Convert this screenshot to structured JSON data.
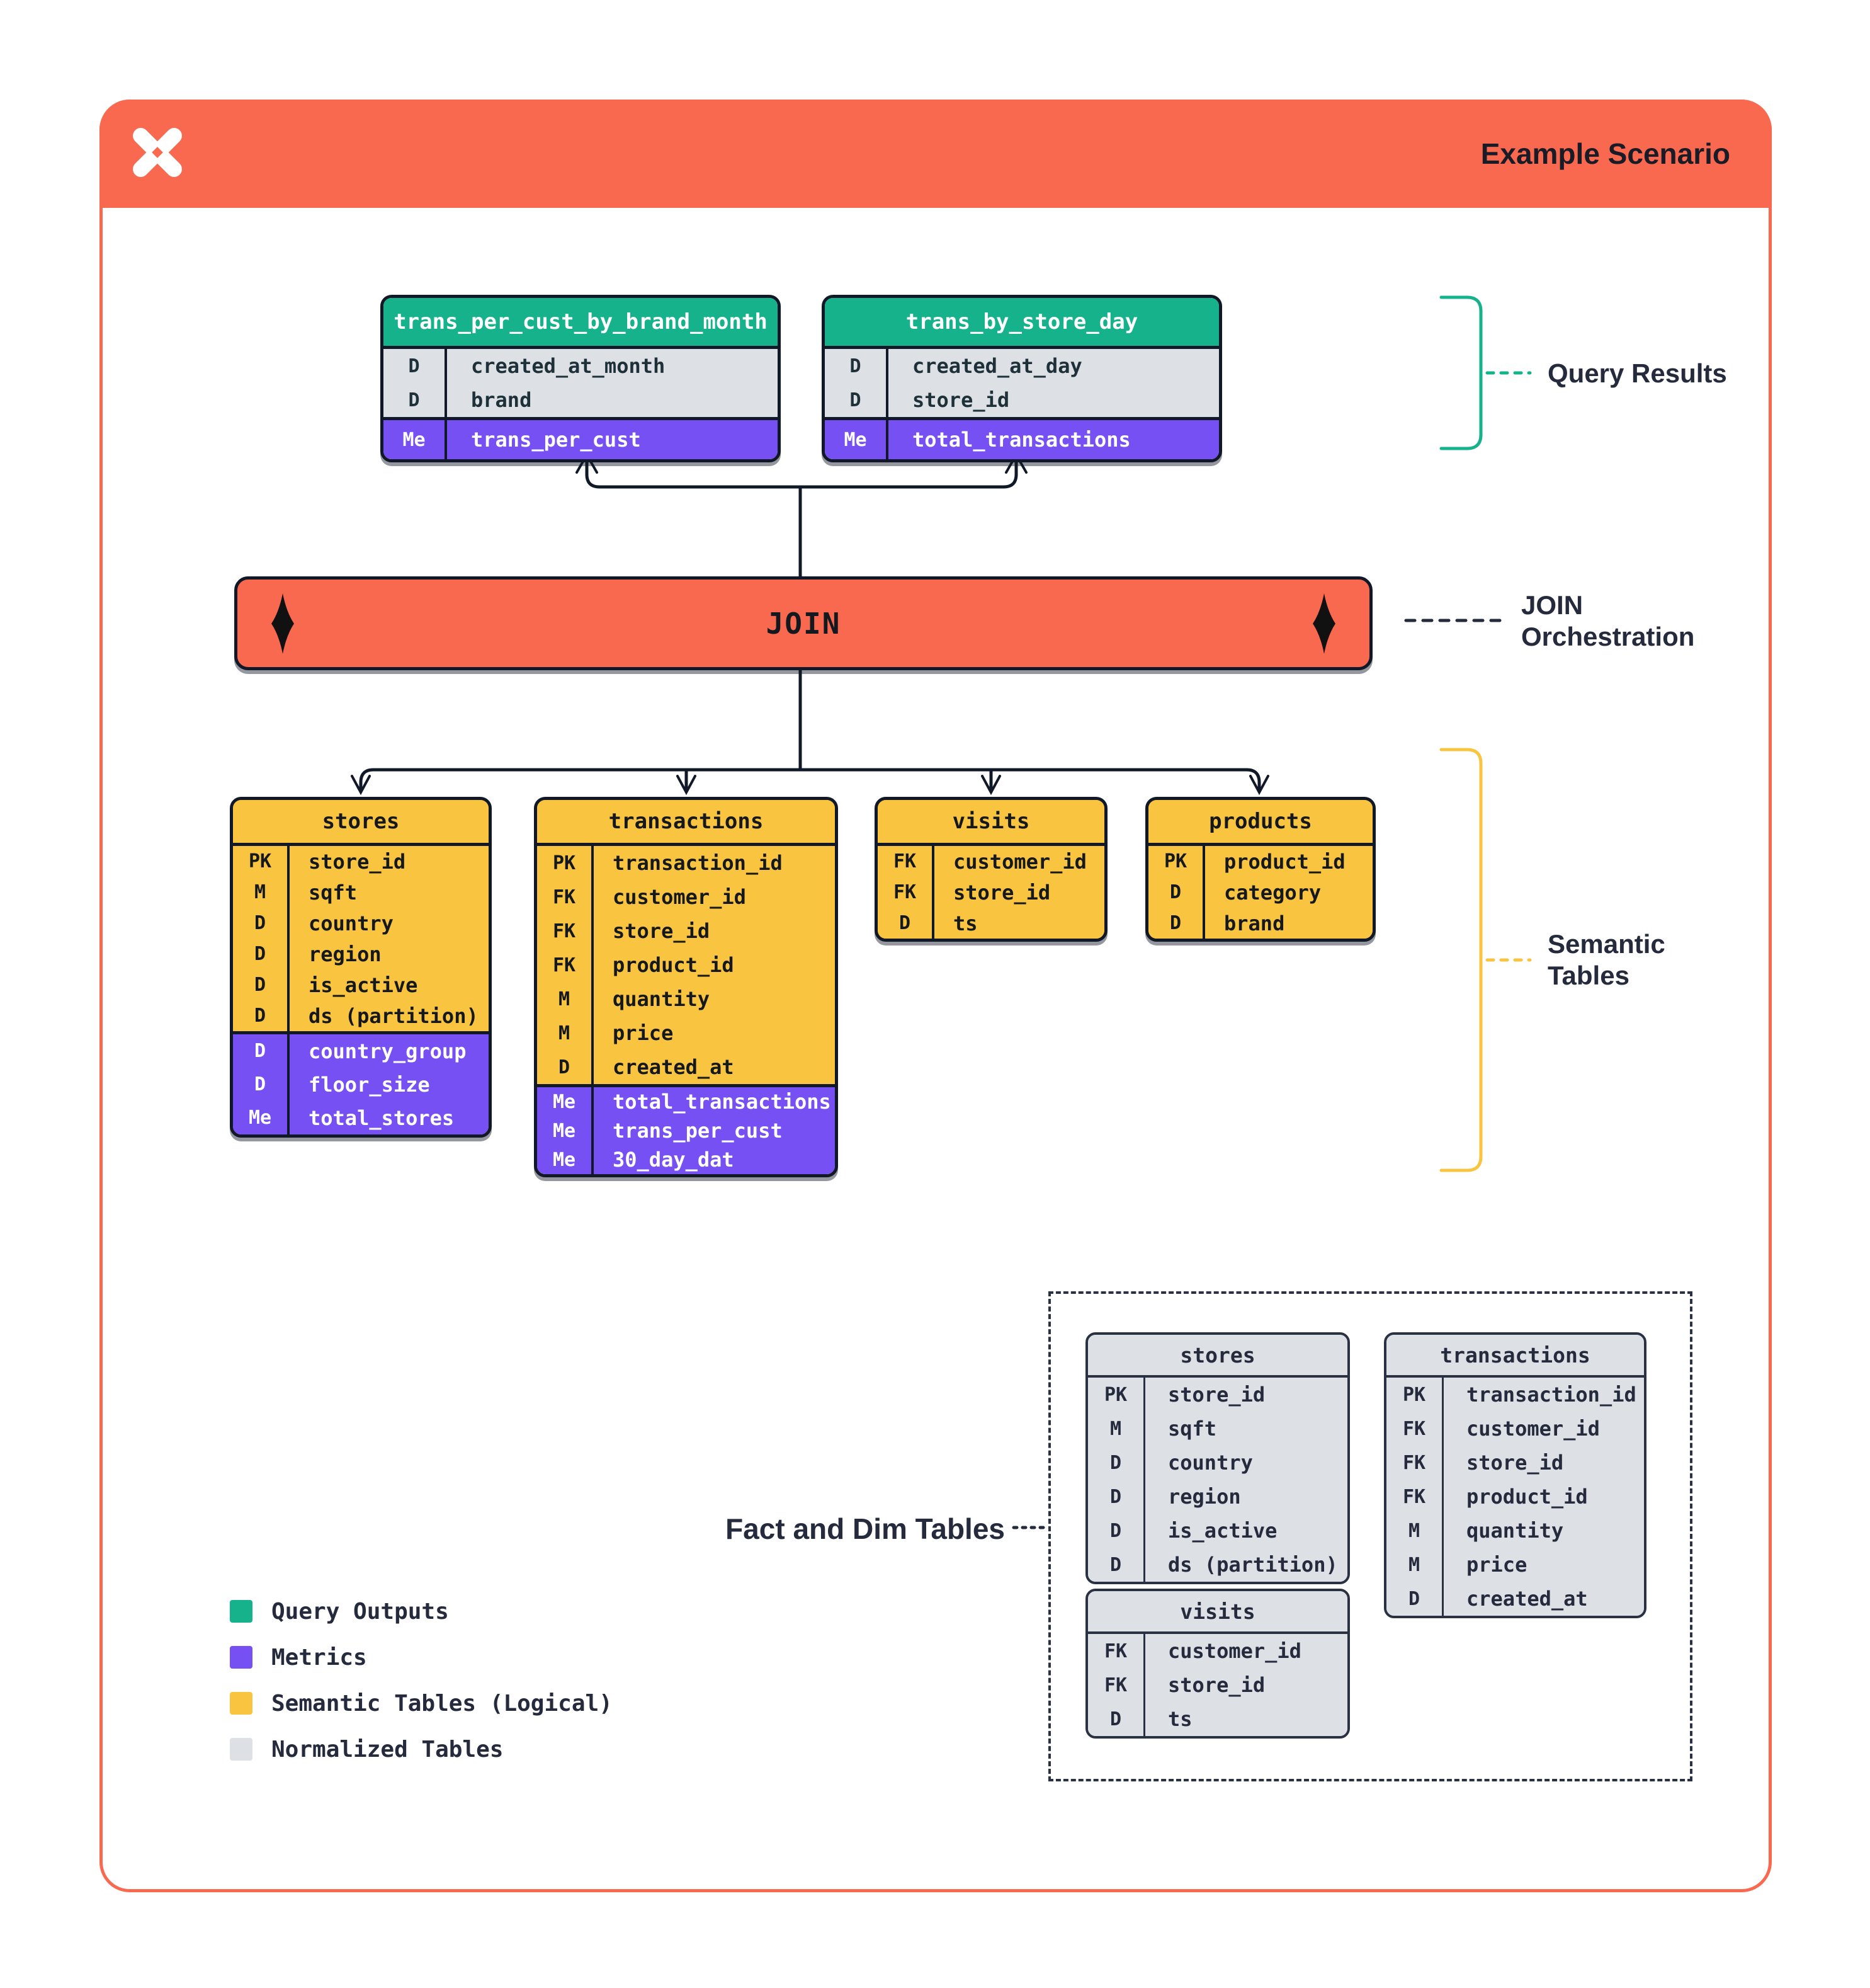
{
  "header": {
    "title": "Example Scenario",
    "logo": "pinwheel-x-logo"
  },
  "join": {
    "label": "JOIN"
  },
  "annotations": {
    "query_results": "Query Results",
    "join_orchestration": [
      "JOIN",
      "Orchestration"
    ],
    "semantic_tables": [
      "Semantic",
      "Tables"
    ],
    "fact_dim": "Fact and Dim Tables"
  },
  "query_tables": [
    {
      "title": "trans_per_cust_by_brand_month",
      "rows": [
        [
          "D",
          "created_at_month"
        ],
        [
          "D",
          "brand"
        ]
      ],
      "metrics": [
        [
          "Me",
          "trans_per_cust"
        ]
      ]
    },
    {
      "title": "trans_by_store_day",
      "rows": [
        [
          "D",
          "created_at_day"
        ],
        [
          "D",
          "store_id"
        ]
      ],
      "metrics": [
        [
          "Me",
          "total_transactions"
        ]
      ]
    }
  ],
  "semantic_tables": [
    {
      "title": "stores",
      "rows": [
        [
          "PK",
          "store_id"
        ],
        [
          "M",
          "sqft"
        ],
        [
          "D",
          "country"
        ],
        [
          "D",
          "region"
        ],
        [
          "D",
          "is_active"
        ],
        [
          "D",
          "ds (partition)"
        ]
      ],
      "metrics": [
        [
          "D",
          "country_group"
        ],
        [
          "D",
          "floor_size"
        ],
        [
          "Me",
          "total_stores"
        ]
      ]
    },
    {
      "title": "transactions",
      "rows": [
        [
          "PK",
          "transaction_id"
        ],
        [
          "FK",
          "customer_id"
        ],
        [
          "FK",
          "store_id"
        ],
        [
          "FK",
          "product_id"
        ],
        [
          "M",
          "quantity"
        ],
        [
          "M",
          "price"
        ],
        [
          "D",
          "created_at"
        ]
      ],
      "metrics": [
        [
          "Me",
          "total_transactions"
        ],
        [
          "Me",
          "trans_per_cust"
        ],
        [
          "Me",
          "30_day_dat"
        ]
      ]
    },
    {
      "title": "visits",
      "rows": [
        [
          "FK",
          "customer_id"
        ],
        [
          "FK",
          "store_id"
        ],
        [
          "D",
          "ts"
        ]
      ],
      "metrics": []
    },
    {
      "title": "products",
      "rows": [
        [
          "PK",
          "product_id"
        ],
        [
          "D",
          "category"
        ],
        [
          "D",
          "brand"
        ]
      ],
      "metrics": []
    }
  ],
  "normalized_tables": [
    {
      "title": "stores",
      "rows": [
        [
          "PK",
          "store_id"
        ],
        [
          "M",
          "sqft"
        ],
        [
          "D",
          "country"
        ],
        [
          "D",
          "region"
        ],
        [
          "D",
          "is_active"
        ],
        [
          "D",
          "ds (partition)"
        ]
      ]
    },
    {
      "title": "transactions",
      "rows": [
        [
          "PK",
          "transaction_id"
        ],
        [
          "FK",
          "customer_id"
        ],
        [
          "FK",
          "store_id"
        ],
        [
          "FK",
          "product_id"
        ],
        [
          "M",
          "quantity"
        ],
        [
          "M",
          "price"
        ],
        [
          "D",
          "created_at"
        ]
      ]
    },
    {
      "title": "visits",
      "rows": [
        [
          "FK",
          "customer_id"
        ],
        [
          "FK",
          "store_id"
        ],
        [
          "D",
          "ts"
        ]
      ]
    }
  ],
  "legend": {
    "items": [
      {
        "color": "#15B28C",
        "label": "Query Outputs"
      },
      {
        "color": "#7650F2",
        "label": "Metrics"
      },
      {
        "color": "#F9C440",
        "label": "Semantic Tables (Logical)"
      },
      {
        "color": "#DDE1E6",
        "label": "Normalized Tables"
      }
    ]
  },
  "colors": {
    "coral": "#F9694F",
    "green": "#15B28C",
    "purple": "#7650F2",
    "yellow": "#F9C440",
    "gray": "#DDE1E6",
    "ink": "#111827",
    "label": "#252B3D"
  }
}
